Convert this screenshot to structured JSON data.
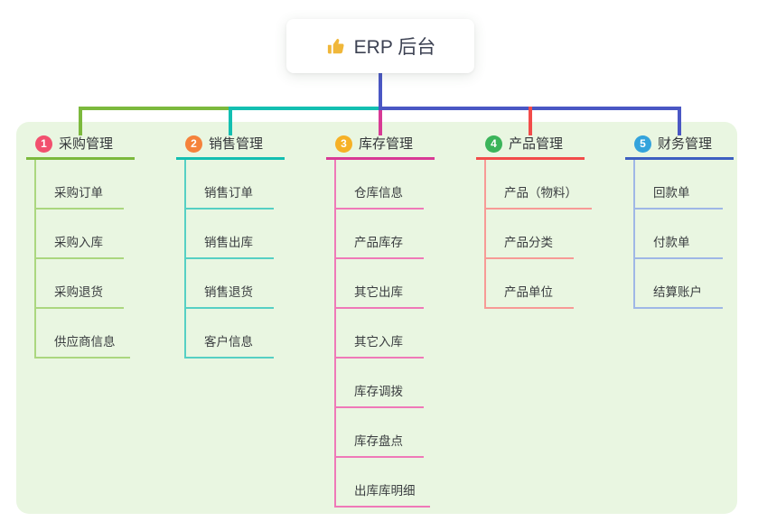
{
  "root": {
    "label": "ERP 后台",
    "icon": "thumbs-up"
  },
  "colors": {
    "page_bg": "#ffffff",
    "panel_bg": "#e9f6e1",
    "trunk": "#4a57c4",
    "thumb_icon": "#f0b73a",
    "root_text": "#3d4253",
    "title_text": "#34373a",
    "child_text": "#3a3d40"
  },
  "branches": [
    {
      "number": "1",
      "label": "采购管理",
      "badge_color": "#f2506e",
      "main_color": "#7cb93d",
      "light_color": "#abd77f",
      "children": [
        "采购订单",
        "采购入库",
        "采购退货",
        "供应商信息"
      ]
    },
    {
      "number": "2",
      "label": "销售管理",
      "badge_color": "#f5823b",
      "main_color": "#13bfb1",
      "light_color": "#56d0c4",
      "children": [
        "销售订单",
        "销售出库",
        "销售退货",
        "客户信息"
      ]
    },
    {
      "number": "3",
      "label": "库存管理",
      "badge_color": "#f6b126",
      "main_color": "#d83a95",
      "light_color": "#ef79b8",
      "children": [
        "仓库信息",
        "产品库存",
        "其它出库",
        "其它入库",
        "库存调拨",
        "库存盘点",
        "出库库明细"
      ]
    },
    {
      "number": "4",
      "label": "产品管理",
      "badge_color": "#3bb45a",
      "main_color": "#f24c4a",
      "light_color": "#f79a96",
      "children": [
        "产品（物料）",
        "产品分类",
        "产品单位"
      ]
    },
    {
      "number": "5",
      "label": "财务管理",
      "badge_color": "#33a3dc",
      "main_color": "#3e5fc1",
      "light_color": "#9fb7e6",
      "children": [
        "回款单",
        "付款单",
        "结算账户"
      ]
    }
  ]
}
